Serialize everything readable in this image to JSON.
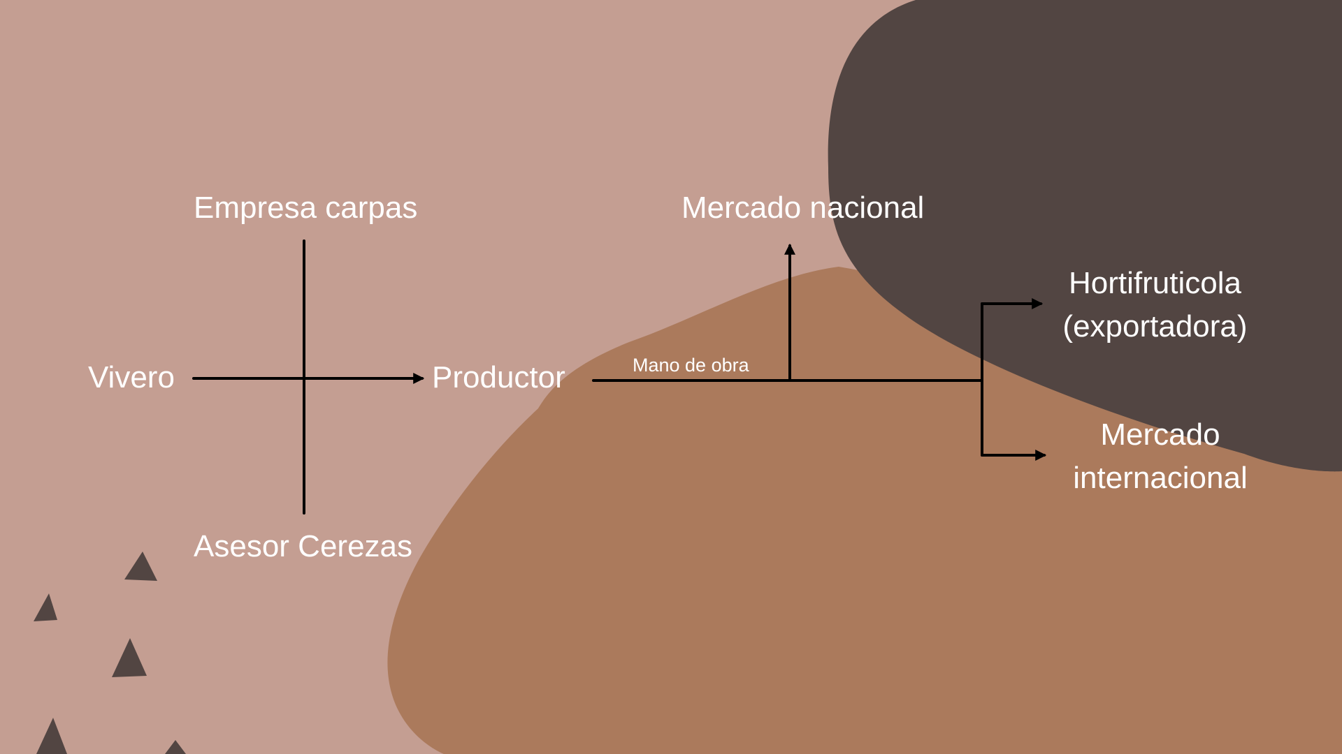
{
  "colors": {
    "background": "#c49e92",
    "blob_brown": "#ab7a5c",
    "blob_dark": "#524542",
    "triangles": "#524542",
    "lines": "#000000",
    "text": "#ffffff"
  },
  "nodes": {
    "vivero": "Vivero",
    "empresa_carpas": "Empresa carpas",
    "asesor_cerezas": "Asesor Cerezas",
    "productor": "Productor",
    "mano_de_obra": "Mano de obra",
    "mercado_nacional": "Mercado nacional",
    "hortifruticola_line1": "Hortifruticola",
    "hortifruticola_line2": "(exportadora)",
    "mercado_internacional_line1": "Mercado",
    "mercado_internacional_line2": "internacional"
  }
}
